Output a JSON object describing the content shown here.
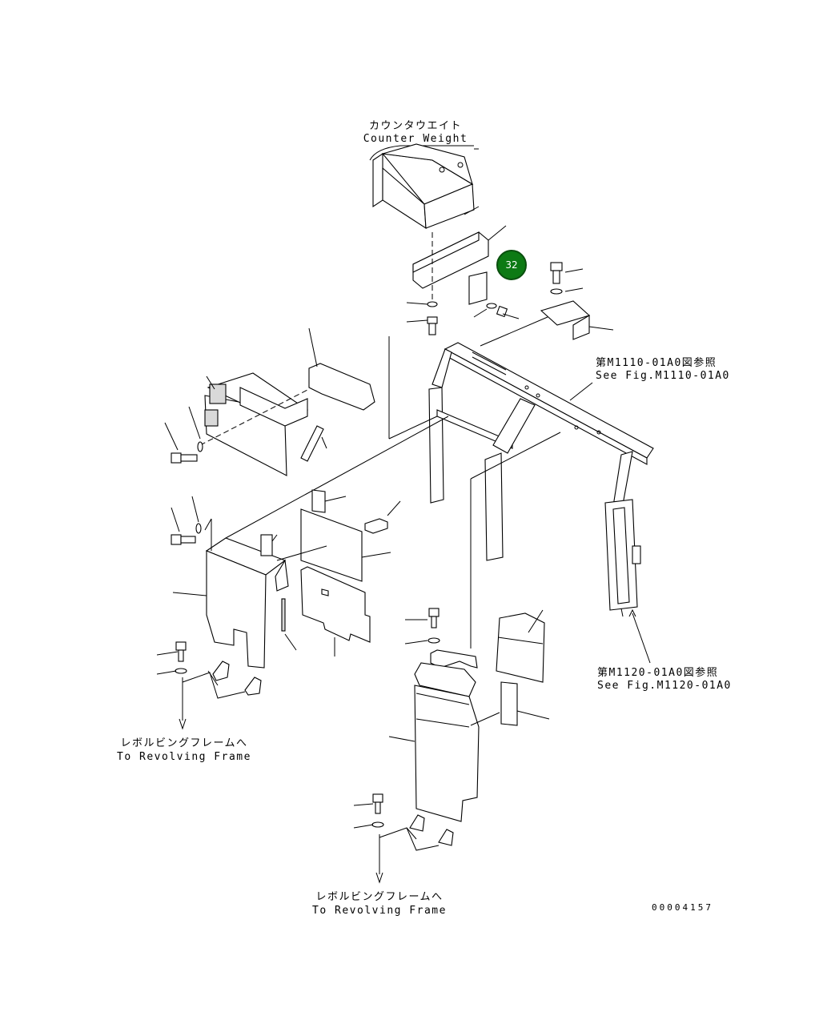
{
  "labels": {
    "counterweight_jp": "カウンタウエイト",
    "counterweight_en": "Counter Weight",
    "fig_m1110_jp": "第M1110-01A0図参照",
    "fig_m1110_en": "See Fig.M1110-01A0",
    "fig_m1120_jp": "第M1120-01A0図参照",
    "fig_m1120_en": "See Fig.M1120-01A0",
    "revolving_left_jp": "レボルビングフレームへ",
    "revolving_left_en": "To Revolving Frame",
    "revolving_bottom_jp": "レボルビングフレームへ",
    "revolving_bottom_en": "To Revolving Frame",
    "drawing_number": "00004157"
  },
  "callout": {
    "number": "32",
    "color": "#0d7a14"
  }
}
